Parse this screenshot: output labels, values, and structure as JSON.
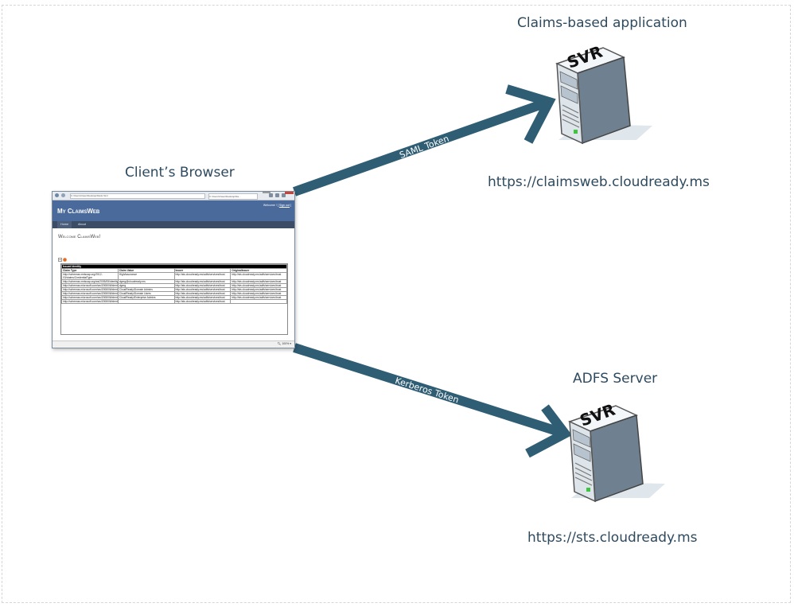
{
  "nodes": {
    "browser": {
      "label": "Client’s Browser"
    },
    "claims_app": {
      "label": "Claims-based application",
      "url": "https://claimsweb.cloudready.ms",
      "server_text": "SVR"
    },
    "adfs": {
      "label": "ADFS Server",
      "url": "https://sts.cloudready.ms",
      "server_text": "SVR"
    }
  },
  "edges": {
    "saml": {
      "label": "SAML Token"
    },
    "kerberos": {
      "label": "Kerberos Token"
    }
  },
  "colors": {
    "arrow": "#2f5d73",
    "label_text": "#2e4a5f"
  },
  "browser_window": {
    "address": "C:\\Users\\Owen\\Desktop\\blank.html",
    "tab": "C:\\Users\\Owen\\Desktop\\bla...",
    "site_title": "My ClaimsWeb",
    "welcome_text": "Welcome !",
    "sign_out": "Sign out",
    "menu": [
      "Home",
      "About"
    ],
    "heading": "Welcome ClaimsWeb!",
    "zoom": "100%",
    "table": {
      "caption": "Issued Identity",
      "headers": [
        "Claim Type",
        "Claim Value",
        "Issuer",
        "OriginalIssuer"
      ],
      "rows": [
        [
          "http://schemas.xmlsoap.org/2012-03/claims/CredentialType",
          "HighAssurance",
          "http://sts.cloudready.ms/adfs/services/trust",
          "http://sts.cloudready.ms/adfs/services/trust"
        ],
        [
          "http://schemas.xmlsoap.org/ws/2005/05/identity/claims/emailaddress",
          "dgreg@cloudready.ms",
          "http://sts.cloudready.ms/adfs/services/trust",
          "http://sts.cloudready.ms/adfs/services/trust"
        ],
        [
          "http://schemas.microsoft.com/ws/2008/06/identity/claims/windowsaccountname",
          "dgreg",
          "http://sts.cloudready.ms/adfs/services/trust",
          "http://sts.cloudready.ms/adfs/services/trust"
        ],
        [
          "http://schemas.microsoft.com/ws/2008/06/identity/claims/role",
          "CloudReady\\Domain Admins",
          "http://sts.cloudready.ms/adfs/services/trust",
          "http://sts.cloudready.ms/adfs/services/trust"
        ],
        [
          "http://schemas.microsoft.com/ws/2008/06/identity/claims/role",
          "CloudReady\\Domain Users",
          "http://sts.cloudready.ms/adfs/services/trust",
          "http://sts.cloudready.ms/adfs/services/trust"
        ],
        [
          "http://schemas.microsoft.com/ws/2008/06/identity/claims/role",
          "CloudReady\\Enterprise Admins",
          "http://sts.cloudready.ms/adfs/services/trust",
          "http://sts.cloudready.ms/adfs/services/trust"
        ],
        [
          "http://schemas.microsoft.com/ws/2008/06/identity/claims/role",
          "",
          "http://sts.cloudready.ms/adfs/services/trust",
          ""
        ]
      ]
    }
  }
}
